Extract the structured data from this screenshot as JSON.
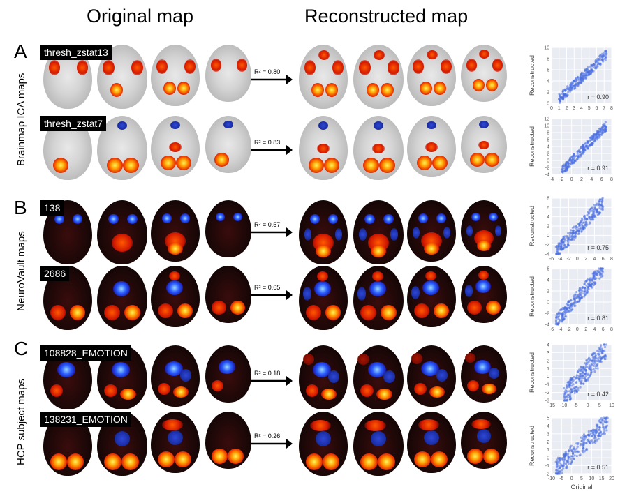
{
  "headers": {
    "original": "Original map",
    "reconstructed": "Reconstructed map"
  },
  "panels": [
    {
      "letter": "A",
      "side_label": "Brainmap ICA maps",
      "rows": [
        {
          "map_label": "thresh_zstat13",
          "r2": "R² = 0.80",
          "r": "r = 0.90"
        },
        {
          "map_label": "thresh_zstat7",
          "r2": "R² = 0.83",
          "r": "r = 0.91"
        }
      ]
    },
    {
      "letter": "B",
      "side_label": "NeuroVault maps",
      "rows": [
        {
          "map_label": "138",
          "r2": "R² = 0.57",
          "r": "r = 0.75"
        },
        {
          "map_label": "2686",
          "r2": "R² = 0.65",
          "r": "r = 0.81"
        }
      ]
    },
    {
      "letter": "C",
      "side_label": "HCP subject maps",
      "rows": [
        {
          "map_label": "108828_EMOTION",
          "r2": "R² = 0.18",
          "r": "r = 0.42"
        },
        {
          "map_label": "138231_EMOTION",
          "r2": "R² = 0.26",
          "r": "r = 0.51"
        }
      ]
    }
  ],
  "scatter_axis": {
    "ylabel": "Reconstructed",
    "xlabel": "Original"
  },
  "colors": {
    "scatter_points": "#4a6fe0",
    "scatter_bg": "#e9ecf3",
    "gray_brain": "#c8c8c8",
    "label_bg": "#000000"
  },
  "chart_data": [
    {
      "type": "scatter",
      "xlim": [
        0,
        8
      ],
      "ylim": [
        0,
        10
      ],
      "xticks": [
        "0",
        "1",
        "2",
        "3",
        "4",
        "5",
        "6",
        "7",
        "8"
      ],
      "yticks": [
        "0",
        "2",
        "4",
        "6",
        "8",
        "10"
      ],
      "ylabel": "Reconstructed",
      "annotation": "r = 0.90",
      "grid": true
    },
    {
      "type": "scatter",
      "xlim": [
        -4,
        8
      ],
      "ylim": [
        -4,
        12
      ],
      "xticks": [
        "-4",
        "-2",
        "0",
        "2",
        "4",
        "6",
        "8"
      ],
      "yticks": [
        "-4",
        "-2",
        "0",
        "2",
        "4",
        "6",
        "8",
        "10",
        "12"
      ],
      "ylabel": "Reconstructed",
      "annotation": "r = 0.91",
      "grid": true
    },
    {
      "type": "scatter",
      "xlim": [
        -6,
        8
      ],
      "ylim": [
        -4,
        8
      ],
      "xticks": [
        "-6",
        "-4",
        "-2",
        "0",
        "2",
        "4",
        "6",
        "8"
      ],
      "yticks": [
        "-4",
        "-2",
        "0",
        "2",
        "4",
        "6",
        "8"
      ],
      "ylabel": "Reconstructed",
      "annotation": "r = 0.75",
      "grid": true
    },
    {
      "type": "scatter",
      "xlim": [
        -6,
        8
      ],
      "ylim": [
        -4,
        6
      ],
      "xticks": [
        "-6",
        "-4",
        "-2",
        "0",
        "2",
        "4",
        "6",
        "8"
      ],
      "yticks": [
        "-4",
        "-2",
        "0",
        "2",
        "4",
        "6"
      ],
      "ylabel": "Reconstructed",
      "annotation": "r = 0.81",
      "grid": true
    },
    {
      "type": "scatter",
      "xlim": [
        -15,
        10
      ],
      "ylim": [
        -3,
        4
      ],
      "xticks": [
        "-15",
        "-10",
        "-5",
        "0",
        "5",
        "10"
      ],
      "yticks": [
        "-3",
        "-2",
        "-1",
        "0",
        "1",
        "2",
        "3",
        "4"
      ],
      "ylabel": "Reconstructed",
      "annotation": "r = 0.42",
      "grid": true
    },
    {
      "type": "scatter",
      "xlim": [
        -10,
        20
      ],
      "ylim": [
        -2,
        5
      ],
      "xticks": [
        "-10",
        "-5",
        "0",
        "5",
        "10",
        "15",
        "20"
      ],
      "yticks": [
        "-2",
        "-1",
        "0",
        "1",
        "2",
        "3",
        "4",
        "5"
      ],
      "ylabel": "Reconstructed",
      "xlabel": "Original",
      "annotation": "r = 0.51",
      "grid": true
    }
  ]
}
